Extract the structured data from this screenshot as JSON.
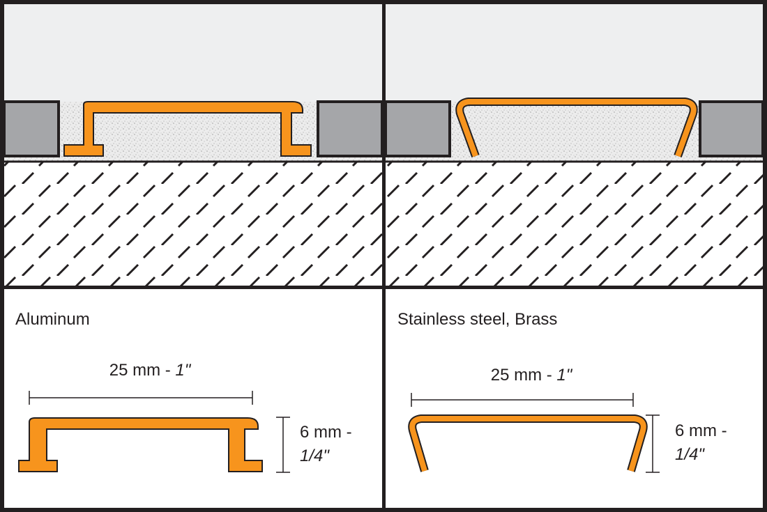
{
  "colors": {
    "frame": "#231f20",
    "wall": "#eeeff0",
    "tile": "#a5a6a9",
    "grout": "#ebebeb",
    "profile_fill": "#f7941d",
    "profile_stroke": "#231f20",
    "substrate": "#ffffff",
    "hatch": "#231f20"
  },
  "panels": [
    {
      "id": "aluminum",
      "material_label": "Aluminum",
      "width_dimension": {
        "value": "25 mm - ",
        "fraction": "1\""
      },
      "height_dimension": {
        "line1": "6 mm -",
        "line2": "1/4\""
      }
    },
    {
      "id": "stainless",
      "material_label": "Stainless steel, Brass",
      "width_dimension": {
        "value": "25 mm - ",
        "fraction": "1\""
      },
      "height_dimension": {
        "line1": "6 mm -",
        "line2": "1/4\""
      }
    }
  ]
}
